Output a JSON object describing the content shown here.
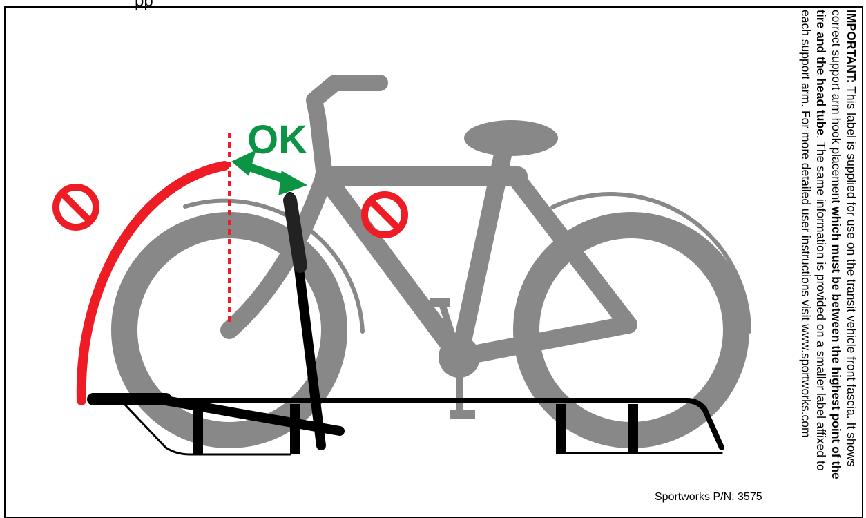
{
  "header": {
    "top_text": "pp"
  },
  "diagram": {
    "ok_label": "OK",
    "colors": {
      "bike": "#888888",
      "rack": "#000000",
      "no_zone": "#ee1c24",
      "ok_zone": "#0a9444"
    },
    "icons": [
      "prohibited-icon",
      "prohibited-icon"
    ]
  },
  "notice": {
    "lead": "IMPORTANT:",
    "part1": " This label is supplied for use on the transit vehicle front fascia. It shows correct support arm hook placement ",
    "emphasis1": "which must be between the highest point of the tire and the head tube",
    "part2": ". The same information is provided on a smaller label affixed to each support arm. For more detailed user instructions visit www.sportworks.com"
  },
  "footer": {
    "part_number": "Sportworks P/N: 3575"
  }
}
